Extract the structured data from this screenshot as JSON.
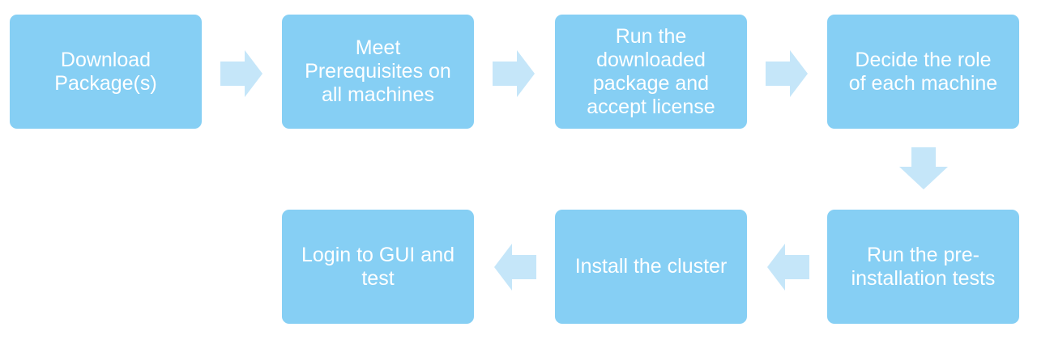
{
  "colors": {
    "box_fill": "#86cff4",
    "arrow_fill": "#c5e6f9",
    "text": "#ffffff"
  },
  "steps": [
    {
      "label": "Download\nPackage(s)"
    },
    {
      "label": "Meet\nPrerequisites on\nall machines"
    },
    {
      "label": "Run the\ndownloaded\npackage and\naccept license"
    },
    {
      "label": "Decide the role\nof each machine"
    },
    {
      "label": "Run the pre-\ninstallation tests"
    },
    {
      "label": "Install the cluster"
    },
    {
      "label": "Login to GUI and\ntest"
    }
  ],
  "connectors": [
    {
      "from": 1,
      "to": 2,
      "direction": "right"
    },
    {
      "from": 2,
      "to": 3,
      "direction": "right"
    },
    {
      "from": 3,
      "to": 4,
      "direction": "right"
    },
    {
      "from": 4,
      "to": 5,
      "direction": "down"
    },
    {
      "from": 5,
      "to": 6,
      "direction": "left"
    },
    {
      "from": 6,
      "to": 7,
      "direction": "left"
    }
  ]
}
